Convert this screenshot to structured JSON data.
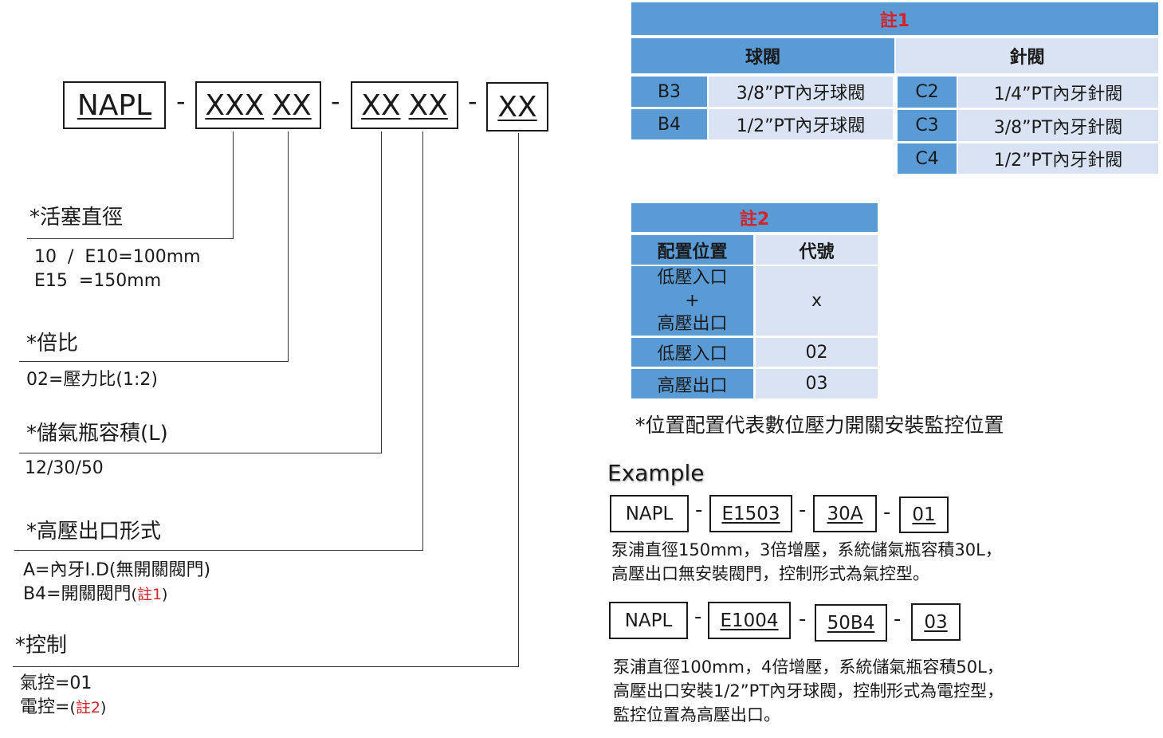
{
  "code": {
    "prefix": "NAPL",
    "seg1a": "XXX",
    "seg1b": "XX",
    "seg2a": "XX",
    "seg2b": "XX",
    "seg3": "XX",
    "dash": "-"
  },
  "fields": [
    {
      "label": "*活塞直徑",
      "lines": [
        "10  /  E10=100mm",
        "E15  =150mm"
      ]
    },
    {
      "label": "*倍比",
      "lines": [
        "02=壓力比(1:2)"
      ]
    },
    {
      "label": "*儲氣瓶容積(L)",
      "lines": [
        "12/30/50"
      ]
    },
    {
      "label": "*高壓出口形式",
      "lines": [
        "A=內牙I.D(無開關閥門)",
        "B4=開關閥門"
      ],
      "note": "(註1)"
    },
    {
      "label": "*控制",
      "lines": [
        "氣控=01",
        "電控="
      ],
      "note": "(註2)"
    }
  ],
  "note1": {
    "title": "註1",
    "col_ball": "球閥",
    "col_needle": "針閥",
    "ball_rows": [
      [
        "B3",
        "3/8”PT內牙球閥"
      ],
      [
        "B4",
        "1/2”PT內牙球閥"
      ]
    ],
    "needle_rows": [
      [
        "C2",
        "1/4”PT內牙針閥"
      ],
      [
        "C3",
        "3/8”PT內牙針閥"
      ],
      [
        "C4",
        "1/2”PT內牙針閥"
      ]
    ]
  },
  "note2": {
    "title": "註2",
    "headers": [
      "配置位置",
      "代號"
    ],
    "rows": [
      {
        "pos": [
          "低壓入口",
          "+",
          "高壓出口"
        ],
        "code": "x"
      },
      {
        "pos": [
          "低壓入口"
        ],
        "code": "02"
      },
      {
        "pos": [
          "高壓出口"
        ],
        "code": "03"
      }
    ],
    "footnote": "*位置配置代表數位壓力開關安裝監控位置"
  },
  "example": {
    "title": "Example",
    "ex1": {
      "parts": [
        "NAPL",
        "E1503",
        "30A",
        "01"
      ],
      "desc": [
        "泵浦直徑150mm，3倍增壓，系統儲氣瓶容積30L，",
        "高壓出口無安裝閥門，控制形式為氣控型。"
      ]
    },
    "ex2": {
      "parts": [
        "NAPL",
        "E1004",
        "50B4",
        "03"
      ],
      "desc": [
        "泵浦直徑100mm，4倍增壓，系統儲氣瓶容積50L，",
        "高壓出口安裝1/2”PT內牙球閥，控制形式為電控型，",
        "監控位置為高壓出口。"
      ]
    }
  },
  "colors": {
    "dark_blue": "#5b9bd5",
    "light_blue": "#dae3f3",
    "note_red": "#d0262b"
  }
}
